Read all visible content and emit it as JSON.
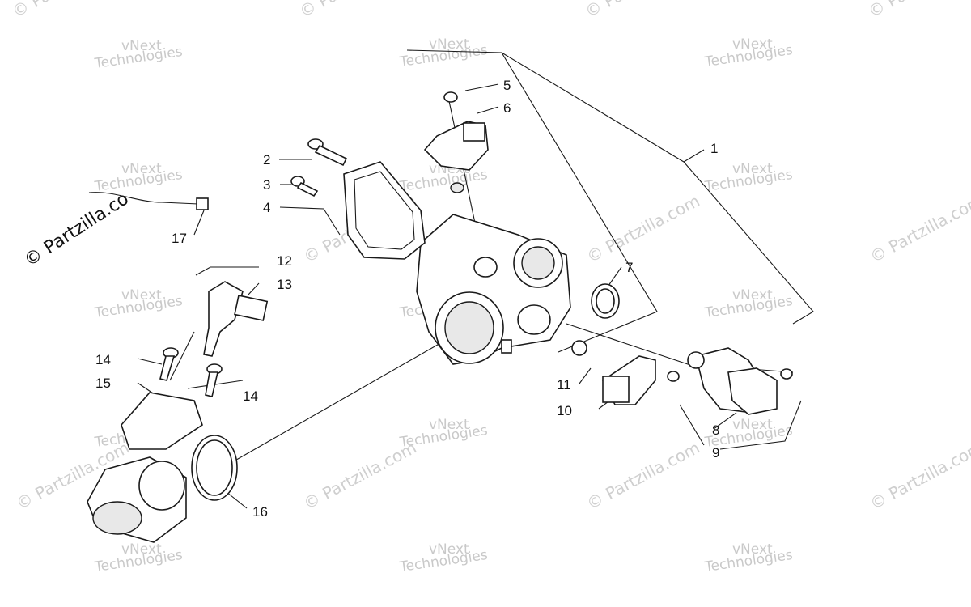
{
  "watermarks": {
    "brand_line1": "vNext",
    "brand_line2": "Technologies",
    "copyright": "© Partzilla.com",
    "copyright_short": "© Partzilla.co"
  },
  "callouts": {
    "c1": "1",
    "c2": "2",
    "c3": "3",
    "c4": "4",
    "c5": "5",
    "c6": "6",
    "c7": "7",
    "c8": "8",
    "c9": "9",
    "c10": "10",
    "c11": "11",
    "c12": "12",
    "c13": "13",
    "c14a": "14",
    "c14b": "14",
    "c15": "15",
    "c16": "16",
    "c17": "17"
  }
}
